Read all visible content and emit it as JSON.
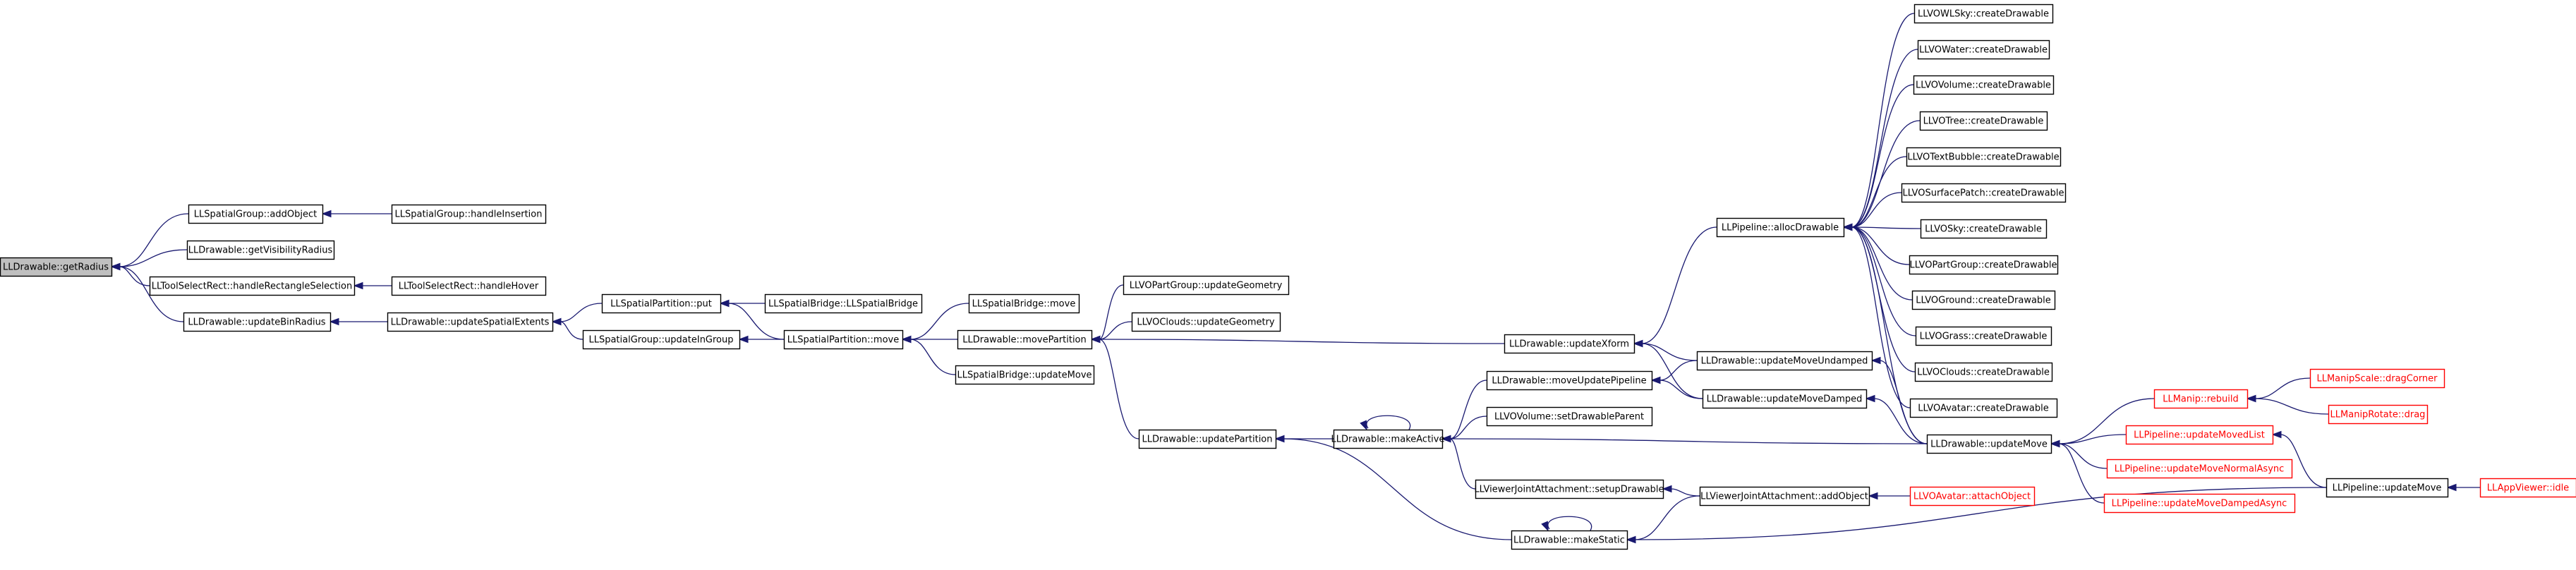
{
  "nodes": [
    {
      "id": "root",
      "label": "LLDrawable::getRadius",
      "style": "root"
    },
    {
      "id": "sg_addObject",
      "label": "LLSpatialGroup::addObject"
    },
    {
      "id": "sg_handleInsertion",
      "label": "LLSpatialGroup::handleInsertion"
    },
    {
      "id": "d_getVisibilityRadius",
      "label": "LLDrawable::getVisibilityRadius"
    },
    {
      "id": "tsr_handleRectSel",
      "label": "LLToolSelectRect::handleRectangleSelection"
    },
    {
      "id": "tsr_handleHover",
      "label": "LLToolSelectRect::handleHover"
    },
    {
      "id": "d_updateBinRadius",
      "label": "LLDrawable::updateBinRadius"
    },
    {
      "id": "d_updateSpatialExtents",
      "label": "LLDrawable::updateSpatialExtents"
    },
    {
      "id": "sp_put",
      "label": "LLSpatialPartition::put"
    },
    {
      "id": "sb_ctor",
      "label": "LLSpatialBridge::LLSpatialBridge"
    },
    {
      "id": "sg_updateInGroup",
      "label": "LLSpatialGroup::updateInGroup"
    },
    {
      "id": "sp_move",
      "label": "LLSpatialPartition::move"
    },
    {
      "id": "sb_move",
      "label": "LLSpatialBridge::move"
    },
    {
      "id": "d_movePartition",
      "label": "LLDrawable::movePartition"
    },
    {
      "id": "sb_updateMove",
      "label": "LLSpatialBridge::updateMove"
    },
    {
      "id": "vopg_updateGeometry",
      "label": "LLVOPartGroup::updateGeometry"
    },
    {
      "id": "voc_updateGeometry",
      "label": "LLVOClouds::updateGeometry"
    },
    {
      "id": "d_updatePartition",
      "label": "LLDrawable::updatePartition"
    },
    {
      "id": "d_makeActive",
      "label": "LLDrawable::makeActive"
    },
    {
      "id": "d_moveUpdatePipeline",
      "label": "LLDrawable::moveUpdatePipeline"
    },
    {
      "id": "vov_setDrawableParent",
      "label": "LLVOVolume::setDrawableParent"
    },
    {
      "id": "vja_setupDrawable",
      "label": "LLViewerJointAttachment::setupDrawable"
    },
    {
      "id": "d_makeStatic",
      "label": "LLDrawable::makeStatic"
    },
    {
      "id": "d_updateXform",
      "label": "LLDrawable::updateXform"
    },
    {
      "id": "d_updateMoveUndamped",
      "label": "LLDrawable::updateMoveUndamped"
    },
    {
      "id": "d_updateMoveDamped",
      "label": "LLDrawable::updateMoveDamped"
    },
    {
      "id": "vja_addObject",
      "label": "LLViewerJointAttachment::addObject"
    },
    {
      "id": "voa_attachObject",
      "label": "LLVOAvatar::attachObject",
      "style": "trunc"
    },
    {
      "id": "p_allocDrawable",
      "label": "LLPipeline::allocDrawable"
    },
    {
      "id": "vowl_create",
      "label": "LLVOWLSky::createDrawable"
    },
    {
      "id": "vow_create",
      "label": "LLVOWater::createDrawable"
    },
    {
      "id": "vovol_create",
      "label": "LLVOVolume::createDrawable"
    },
    {
      "id": "vot_create",
      "label": "LLVOTree::createDrawable"
    },
    {
      "id": "votb_create",
      "label": "LLVOTextBubble::createDrawable"
    },
    {
      "id": "vosp_create",
      "label": "LLVOSurfacePatch::createDrawable"
    },
    {
      "id": "vos_create",
      "label": "LLVOSky::createDrawable"
    },
    {
      "id": "vopg_create",
      "label": "LLVOPartGroup::createDrawable"
    },
    {
      "id": "vog_create",
      "label": "LLVOGround::createDrawable"
    },
    {
      "id": "vogr_create",
      "label": "LLVOGrass::createDrawable"
    },
    {
      "id": "voc_create",
      "label": "LLVOClouds::createDrawable"
    },
    {
      "id": "voav_create",
      "label": "LLVOAvatar::createDrawable"
    },
    {
      "id": "d_updateMove",
      "label": "LLDrawable::updateMove"
    },
    {
      "id": "m_rebuild",
      "label": "LLManip::rebuild",
      "style": "trunc"
    },
    {
      "id": "ms_dragCorner",
      "label": "LLManipScale::dragCorner",
      "style": "trunc"
    },
    {
      "id": "mr_drag",
      "label": "LLManipRotate::drag",
      "style": "trunc"
    },
    {
      "id": "p_updateMovedList",
      "label": "LLPipeline::updateMovedList",
      "style": "trunc"
    },
    {
      "id": "p_updateMoveNormalAsync",
      "label": "LLPipeline::updateMoveNormalAsync",
      "style": "trunc"
    },
    {
      "id": "p_updateMoveDampedAsync",
      "label": "LLPipeline::updateMoveDampedAsync",
      "style": "trunc"
    },
    {
      "id": "p_updateMove",
      "label": "LLPipeline::updateMove"
    },
    {
      "id": "av_idle",
      "label": "LLAppViewer::idle",
      "style": "trunc"
    }
  ],
  "edges": [
    [
      "root",
      "sg_addObject"
    ],
    [
      "root",
      "d_getVisibilityRadius"
    ],
    [
      "root",
      "tsr_handleRectSel"
    ],
    [
      "root",
      "d_updateBinRadius"
    ],
    [
      "sg_addObject",
      "sg_handleInsertion"
    ],
    [
      "tsr_handleRectSel",
      "tsr_handleHover"
    ],
    [
      "d_updateBinRadius",
      "d_updateSpatialExtents"
    ],
    [
      "d_updateSpatialExtents",
      "sp_put"
    ],
    [
      "d_updateSpatialExtents",
      "sg_updateInGroup"
    ],
    [
      "sp_put",
      "sb_ctor"
    ],
    [
      "sp_put",
      "sp_move"
    ],
    [
      "sg_updateInGroup",
      "sp_move"
    ],
    [
      "sp_move",
      "sb_move"
    ],
    [
      "sp_move",
      "d_movePartition"
    ],
    [
      "sp_move",
      "sb_updateMove"
    ],
    [
      "d_movePartition",
      "vopg_updateGeometry"
    ],
    [
      "d_movePartition",
      "voc_updateGeometry"
    ],
    [
      "d_movePartition",
      "d_updatePartition"
    ],
    [
      "d_movePartition",
      "d_updateXform"
    ],
    [
      "d_updatePartition",
      "d_makeActive"
    ],
    [
      "d_updatePartition",
      "d_makeStatic"
    ],
    [
      "d_makeActive",
      "d_makeActive"
    ],
    [
      "d_makeActive",
      "d_moveUpdatePipeline"
    ],
    [
      "d_makeActive",
      "vov_setDrawableParent"
    ],
    [
      "d_makeActive",
      "vja_setupDrawable"
    ],
    [
      "d_makeActive",
      "d_updateMove"
    ],
    [
      "d_makeStatic",
      "d_makeStatic"
    ],
    [
      "d_makeStatic",
      "vja_addObject"
    ],
    [
      "d_makeStatic",
      "p_updateMove"
    ],
    [
      "vja_setupDrawable",
      "vja_addObject"
    ],
    [
      "vja_addObject",
      "voa_attachObject"
    ],
    [
      "d_moveUpdatePipeline",
      "d_updateMoveUndamped"
    ],
    [
      "d_moveUpdatePipeline",
      "d_updateMoveDamped"
    ],
    [
      "d_updateXform",
      "p_allocDrawable"
    ],
    [
      "d_updateXform",
      "d_updateMoveUndamped"
    ],
    [
      "d_updateXform",
      "d_updateMoveDamped"
    ],
    [
      "d_updateMoveUndamped",
      "d_updateMove"
    ],
    [
      "d_updateMoveDamped",
      "d_updateMove"
    ],
    [
      "p_allocDrawable",
      "vowl_create"
    ],
    [
      "p_allocDrawable",
      "vow_create"
    ],
    [
      "p_allocDrawable",
      "vovol_create"
    ],
    [
      "p_allocDrawable",
      "vot_create"
    ],
    [
      "p_allocDrawable",
      "votb_create"
    ],
    [
      "p_allocDrawable",
      "vosp_create"
    ],
    [
      "p_allocDrawable",
      "vos_create"
    ],
    [
      "p_allocDrawable",
      "vopg_create"
    ],
    [
      "p_allocDrawable",
      "vog_create"
    ],
    [
      "p_allocDrawable",
      "vogr_create"
    ],
    [
      "p_allocDrawable",
      "voc_create"
    ],
    [
      "p_allocDrawable",
      "voav_create"
    ],
    [
      "p_allocDrawable",
      "d_updateMove"
    ],
    [
      "d_updateMove",
      "m_rebuild"
    ],
    [
      "d_updateMove",
      "p_updateMovedList"
    ],
    [
      "d_updateMove",
      "p_updateMoveNormalAsync"
    ],
    [
      "d_updateMove",
      "p_updateMoveDampedAsync"
    ],
    [
      "m_rebuild",
      "ms_dragCorner"
    ],
    [
      "m_rebuild",
      "mr_drag"
    ],
    [
      "p_updateMovedList",
      "p_updateMove"
    ],
    [
      "p_updateMove",
      "av_idle"
    ]
  ]
}
